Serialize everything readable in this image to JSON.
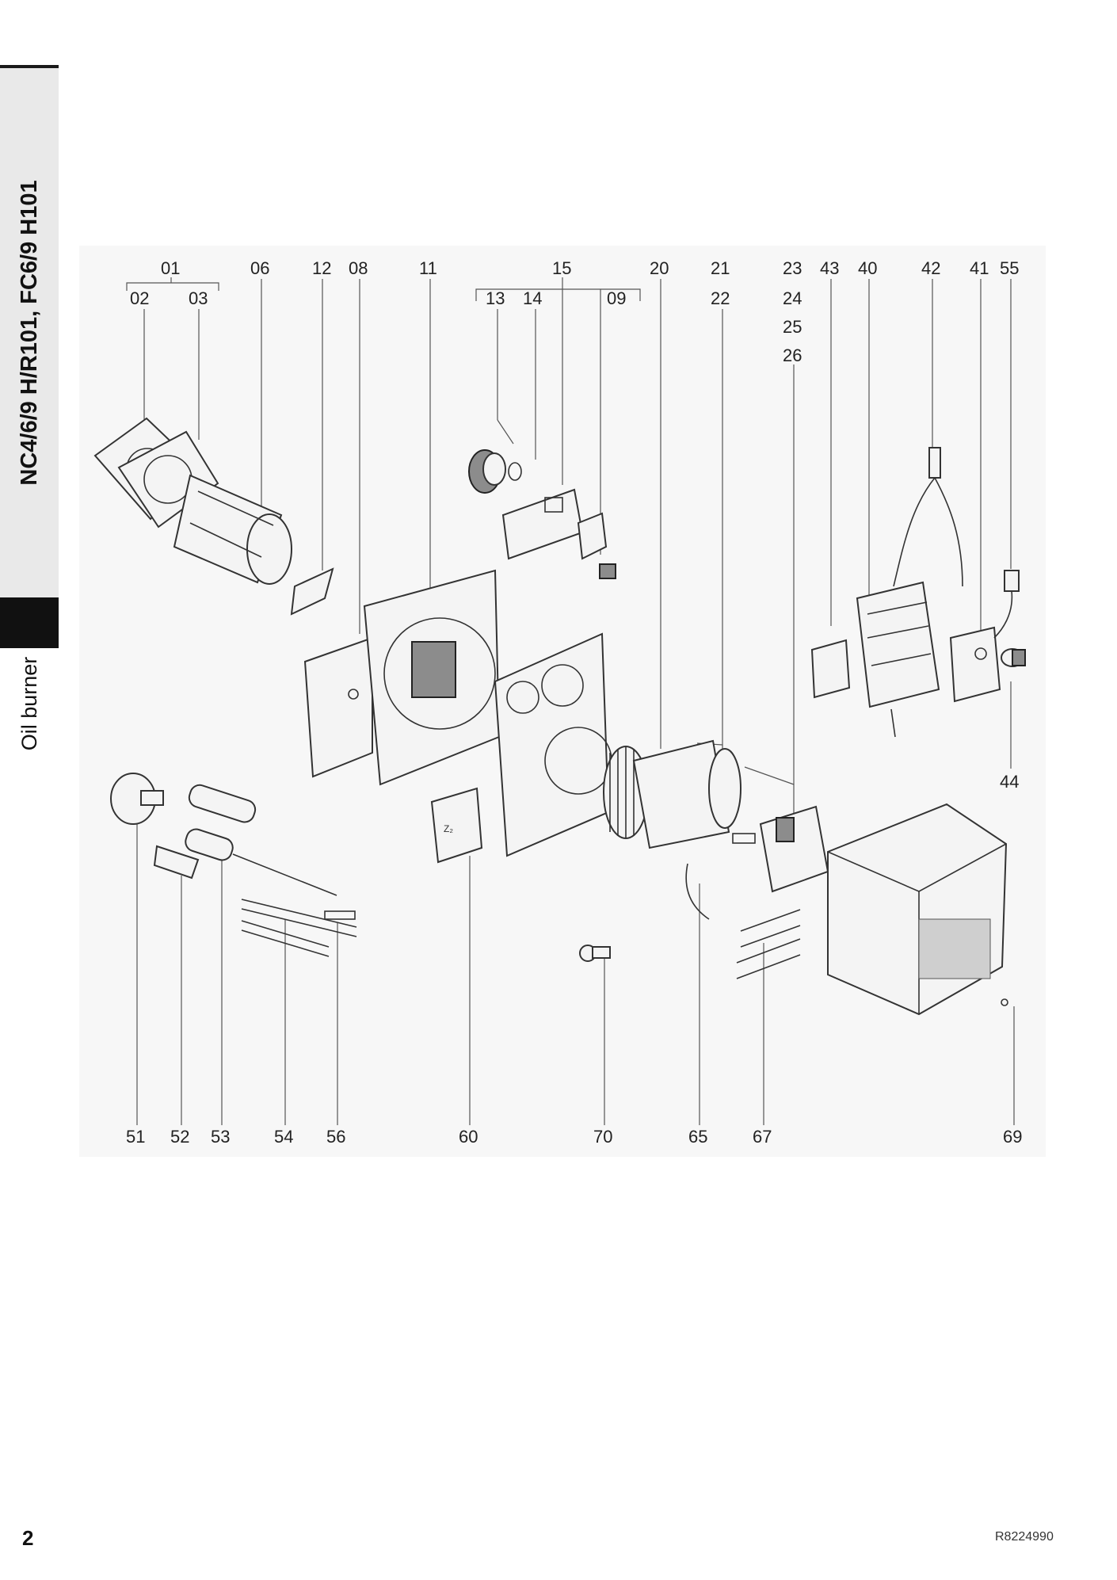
{
  "header": {
    "model_title": "NC4/6/9 H/R101, FC6/9 H101",
    "section_label": "Oil burner"
  },
  "footer": {
    "page_number": "2",
    "doc_ref": "R8224990"
  },
  "diagram": {
    "top_callouts": [
      "01",
      "02",
      "03",
      "06",
      "12",
      "08",
      "11",
      "15",
      "13",
      "14",
      "09",
      "20",
      "21",
      "22",
      "23",
      "24",
      "25",
      "26",
      "43",
      "40",
      "42",
      "41",
      "55",
      "44"
    ],
    "bottom_callouts": [
      "51",
      "52",
      "53",
      "54",
      "56",
      "60",
      "70",
      "65",
      "67",
      "69"
    ]
  }
}
